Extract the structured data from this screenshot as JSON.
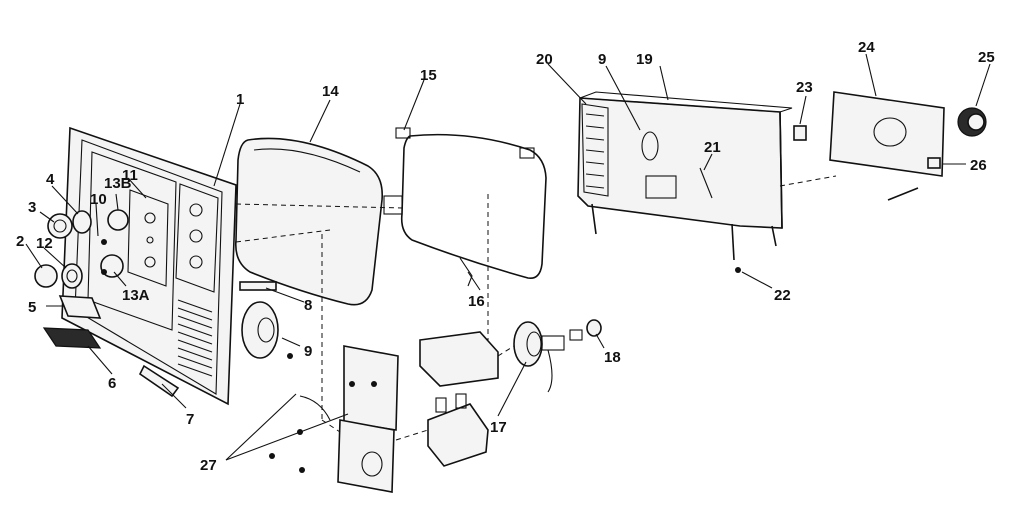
{
  "callouts": {
    "c1": "1",
    "c2": "2",
    "c3": "3",
    "c4": "4",
    "c5": "5",
    "c6": "6",
    "c7": "7",
    "c8": "8",
    "c9a": "9",
    "c9b": "9",
    "c10": "10",
    "c11": "11",
    "c12": "12",
    "c13a": "13A",
    "c13b": "13B",
    "c14": "14",
    "c15": "15",
    "c16": "16",
    "c17": "17",
    "c18": "18",
    "c19": "19",
    "c20": "20",
    "c21": "21",
    "c22": "22",
    "c23": "23",
    "c24": "24",
    "c25": "25",
    "c26": "26",
    "c27": "27"
  }
}
